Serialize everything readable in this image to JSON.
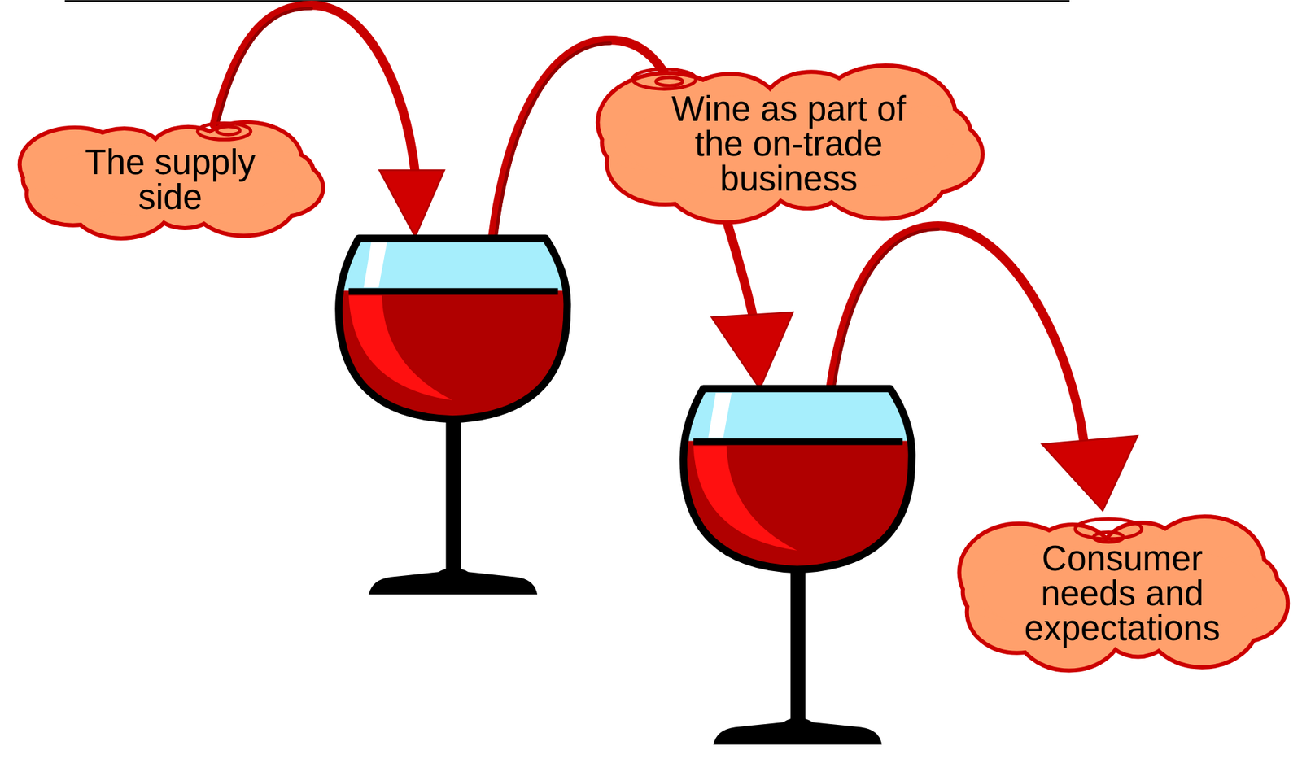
{
  "diagram": {
    "nodes": [
      {
        "text": [
          "The supply side"
        ]
      },
      {
        "text": [
          "Wine as part of the on-trade business"
        ]
      },
      {
        "text": [
          "Consumer needs and expectations"
        ]
      }
    ]
  }
}
